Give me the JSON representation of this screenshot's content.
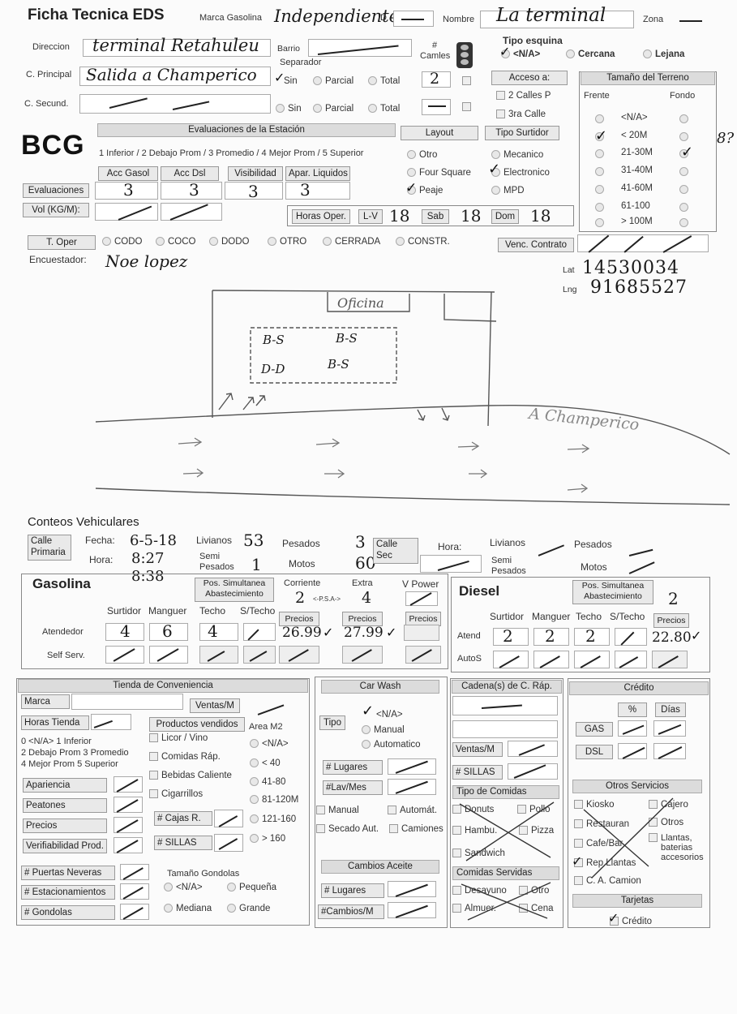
{
  "header": {
    "title": "Ficha Tecnica EDS",
    "marca_label": "Marca Gasolina",
    "marca_value": "Independiente",
    "id_label": "ID",
    "nombre_label": "Nombre",
    "nombre_value": "La terminal",
    "zona_label": "Zona"
  },
  "direccion": {
    "label": "Direccion",
    "value": "terminal Retahuleu",
    "barrio_label": "Barrio",
    "separador_label": "Separador",
    "camiles_label": "# Camles",
    "principal_label": "C. Principal",
    "principal_value": "Salida a Champerico",
    "secund_label": "C. Secund.",
    "sin": "Sin",
    "parcial": "Parcial",
    "total": "Total",
    "carriles_value": "2"
  },
  "tipo_esquina": {
    "label": "Tipo esquina",
    "na": "<N/A>",
    "cercana": "Cercana",
    "lejana": "Lejana"
  },
  "acceso": {
    "label": "Acceso a:",
    "calles2": "2 Calles P",
    "calle3": "3ra Calle"
  },
  "terreno": {
    "label": "Tamaño del Terreno",
    "frente": "Frente",
    "fondo": "Fondo",
    "options": [
      "<N/A>",
      "< 20M",
      "21-30M",
      "31-40M",
      "41-60M",
      "61-100",
      "> 100M"
    ],
    "margin_note": "8?"
  },
  "evaluaciones": {
    "bar": "Evaluaciones de la Estación",
    "scale": "1 Inferior / 2 Debajo Prom / 3 Promedio / 4 Mejor Prom / 5 Superior",
    "cols": [
      "Acc Gasol",
      "Acc Dsl",
      "Visibilidad",
      "Apar. Liquidos"
    ],
    "row_label": "Evaluaciones",
    "values": [
      "3",
      "3",
      "3",
      "3"
    ],
    "vol_label": "Vol (KG/M):"
  },
  "layout": {
    "label": "Layout",
    "otro": "Otro",
    "four": "Four Square",
    "peaje": "Peaje"
  },
  "surtidor": {
    "label": "Tipo Surtidor",
    "mecanico": "Mecanico",
    "electronico": "Electronico",
    "mpd": "MPD"
  },
  "horas": {
    "label": "Horas Oper.",
    "lv": "L-V",
    "lv_val": "18",
    "sab": "Sab",
    "sab_val": "18",
    "dom": "Dom",
    "dom_val": "18"
  },
  "operacion": {
    "label": "T. Oper",
    "codo": "CODO",
    "coco": "COCO",
    "dodo": "DODO",
    "otro": "OTRO",
    "cerrada": "CERRADA",
    "constr": "CONSTR.",
    "venc": "Venc. Contrato"
  },
  "encuestador": {
    "label": "Encuestador:",
    "value": "Noe lopez"
  },
  "coords": {
    "lat_label": "Lat",
    "lat": "14530034",
    "lng_label": "Lng",
    "lng": "91685527"
  },
  "sketch": {
    "oficina": "Oficina",
    "p1": "B-S",
    "p2": "B-S",
    "p3": "D-D",
    "p4": "B-S",
    "road": "A Champerico"
  },
  "conteos": {
    "title": "Conteos Vehiculares",
    "calle_primaria": "Calle Primaria",
    "fecha_label": "Fecha:",
    "fecha": "6-5-18",
    "hora_label": "Hora:",
    "hora1": "8:27",
    "hora2": "8:38",
    "livianos": "Livianos",
    "livianos_val": "53",
    "pesados": "Pesados",
    "pesados_val": "3",
    "semi": "Semi Pesados",
    "semi_val": "1",
    "motos": "Motos",
    "motos_val": "60",
    "calle_sec": "Calle Sec",
    "hora2_label": "Hora:"
  },
  "gasolina": {
    "title": "Gasolina",
    "pos": "Pos. Simultanea Abastecimiento",
    "corriente": "Corriente",
    "extra": "Extra",
    "vpower": "V Power",
    "psa": "<-P.S.A->",
    "corriente_val": "2",
    "extra_val": "4",
    "surtidor": "Surtidor",
    "manguer": "Manguer",
    "techo": "Techo",
    "stecho": "S/Techo",
    "precios": "Precios",
    "atendedor": "Atendedor",
    "self": "Self Serv.",
    "s_val": "4",
    "m_val": "6",
    "t_val": "4",
    "p1": "26.99",
    "p2": "27.99"
  },
  "diesel": {
    "title": "Diesel",
    "pos": "Pos. Simultanea Abastecimiento",
    "pos_val": "2",
    "surtidor": "Surtidor",
    "manguer": "Manguer",
    "techo": "Techo",
    "stecho": "S/Techo",
    "precios": "Precios",
    "atend": "Atend",
    "autos": "AutoS",
    "s_val": "2",
    "m_val": "2",
    "t_val": "2",
    "p": "22.80"
  },
  "tienda": {
    "bar": "Tienda de Conveniencia",
    "marca": "Marca",
    "ventas": "Ventas/M",
    "horas": "Horas Tienda",
    "productos": "Productos vendidos",
    "area": "Area M2",
    "scale1": "0 <N/A>     1 Inferior",
    "scale2": "2 Debajo Prom  3 Promedio",
    "scale3": "4 Mejor Prom   5 Superior",
    "licor": "Licor / Vino",
    "comidas": "Comidas Ráp.",
    "bebidas": "Bebidas Caliente",
    "cigarrillos": "Cigarrillos",
    "area_opts": [
      "<N/A>",
      "< 40",
      "41-80",
      "81-120M",
      "121-160",
      "> 160"
    ],
    "apariencia": "Apariencia",
    "peatones": "Peatones",
    "precios": "Precios",
    "verif": "Verifiabilidad Prod.",
    "cajas": "# Cajas R.",
    "sillas": "# SILLAS",
    "neveras": "# Puertas Neveras",
    "estac": "# Estacionamientos",
    "gondolas": "# Gondolas",
    "tam_gond": "Tamaño Gondolas",
    "g_na": "<N/A>",
    "g_peq": "Pequeña",
    "g_med": "Mediana",
    "g_gra": "Grande"
  },
  "carwash": {
    "bar": "Car Wash",
    "tipo": "Tipo",
    "na": "<N/A>",
    "manual": "Manual",
    "auto": "Automatico",
    "lugares": "# Lugares",
    "lavmes": "#Lav/Mes",
    "manual2": "Manual",
    "automat": "Automát.",
    "secado": "Secado Aut.",
    "camiones": "Camiones",
    "aceite_bar": "Cambios Aceite",
    "a_lugares": "# Lugares",
    "a_cambios": "#Cambios/M"
  },
  "cadena": {
    "bar": "Cadena(s) de C. Ráp.",
    "ventas": "Ventas/M",
    "sillas": "# SILLAS",
    "tipo": "Tipo de Comidas",
    "donuts": "Donuts",
    "pollo": "Pollo",
    "hambu": "Hambu.",
    "pizza": "Pizza",
    "sandw": "Sandwich",
    "servidas": "Comidas Servidas",
    "desayuno": "Desayuno",
    "otro": "Otro",
    "almuer": "Almuer.",
    "cena": "Cena"
  },
  "credito": {
    "bar": "Crédito",
    "pct": "%",
    "dias": "Días",
    "gas": "GAS",
    "dsl": "DSL",
    "otros_bar": "Otros Servicios",
    "kiosko": "Kiosko",
    "cajero": "Cajero",
    "restaurant": "Restauran",
    "otros": "Otros",
    "cafe": "Cafe/Bar",
    "llantas": "Llantas, baterias accesorios",
    "rep": "Rep Llantas",
    "ca": "C. A. Camion",
    "tarjetas_bar": "Tarjetas",
    "tarj_credito": "Crédito"
  }
}
